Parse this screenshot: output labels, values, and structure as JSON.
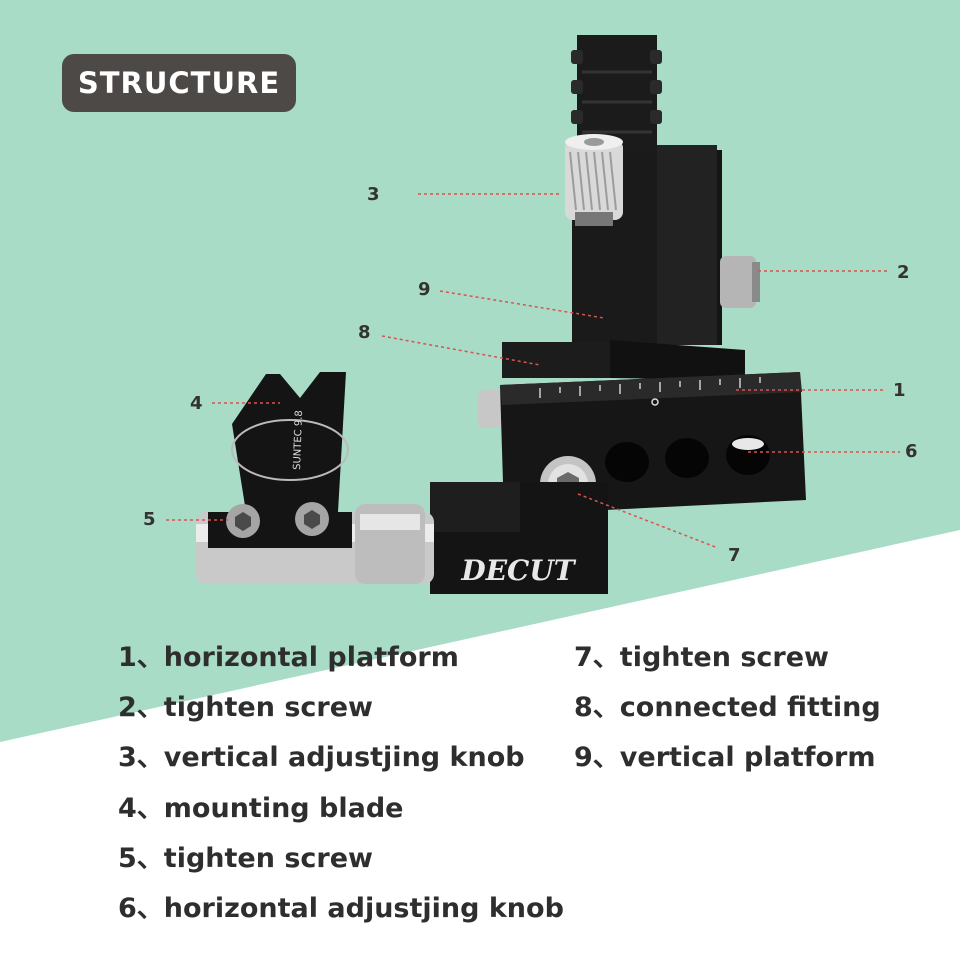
{
  "title": "STRUCTURE",
  "colors": {
    "background_mint": "#a8dcc6",
    "background_white": "#ffffff",
    "title_badge": "#4d4946",
    "leader_line": "#d9534f",
    "metal_black": "#1b1b1b"
  },
  "product": {
    "brand": "DECUT",
    "blade_marking": "SUNTEC 9.8"
  },
  "callouts": [
    {
      "num": "1"
    },
    {
      "num": "2"
    },
    {
      "num": "3"
    },
    {
      "num": "4"
    },
    {
      "num": "5"
    },
    {
      "num": "6"
    },
    {
      "num": "7"
    },
    {
      "num": "8"
    },
    {
      "num": "9"
    }
  ],
  "legend": [
    "1、horizontal platform",
    "2、tighten screw",
    "3、vertical adjustjing knob",
    "4、mounting blade",
    "5、tighten screw",
    "6、horizontal adjustjing knob",
    "7、tighten screw",
    "8、connected fitting",
    "9、vertical platform"
  ]
}
